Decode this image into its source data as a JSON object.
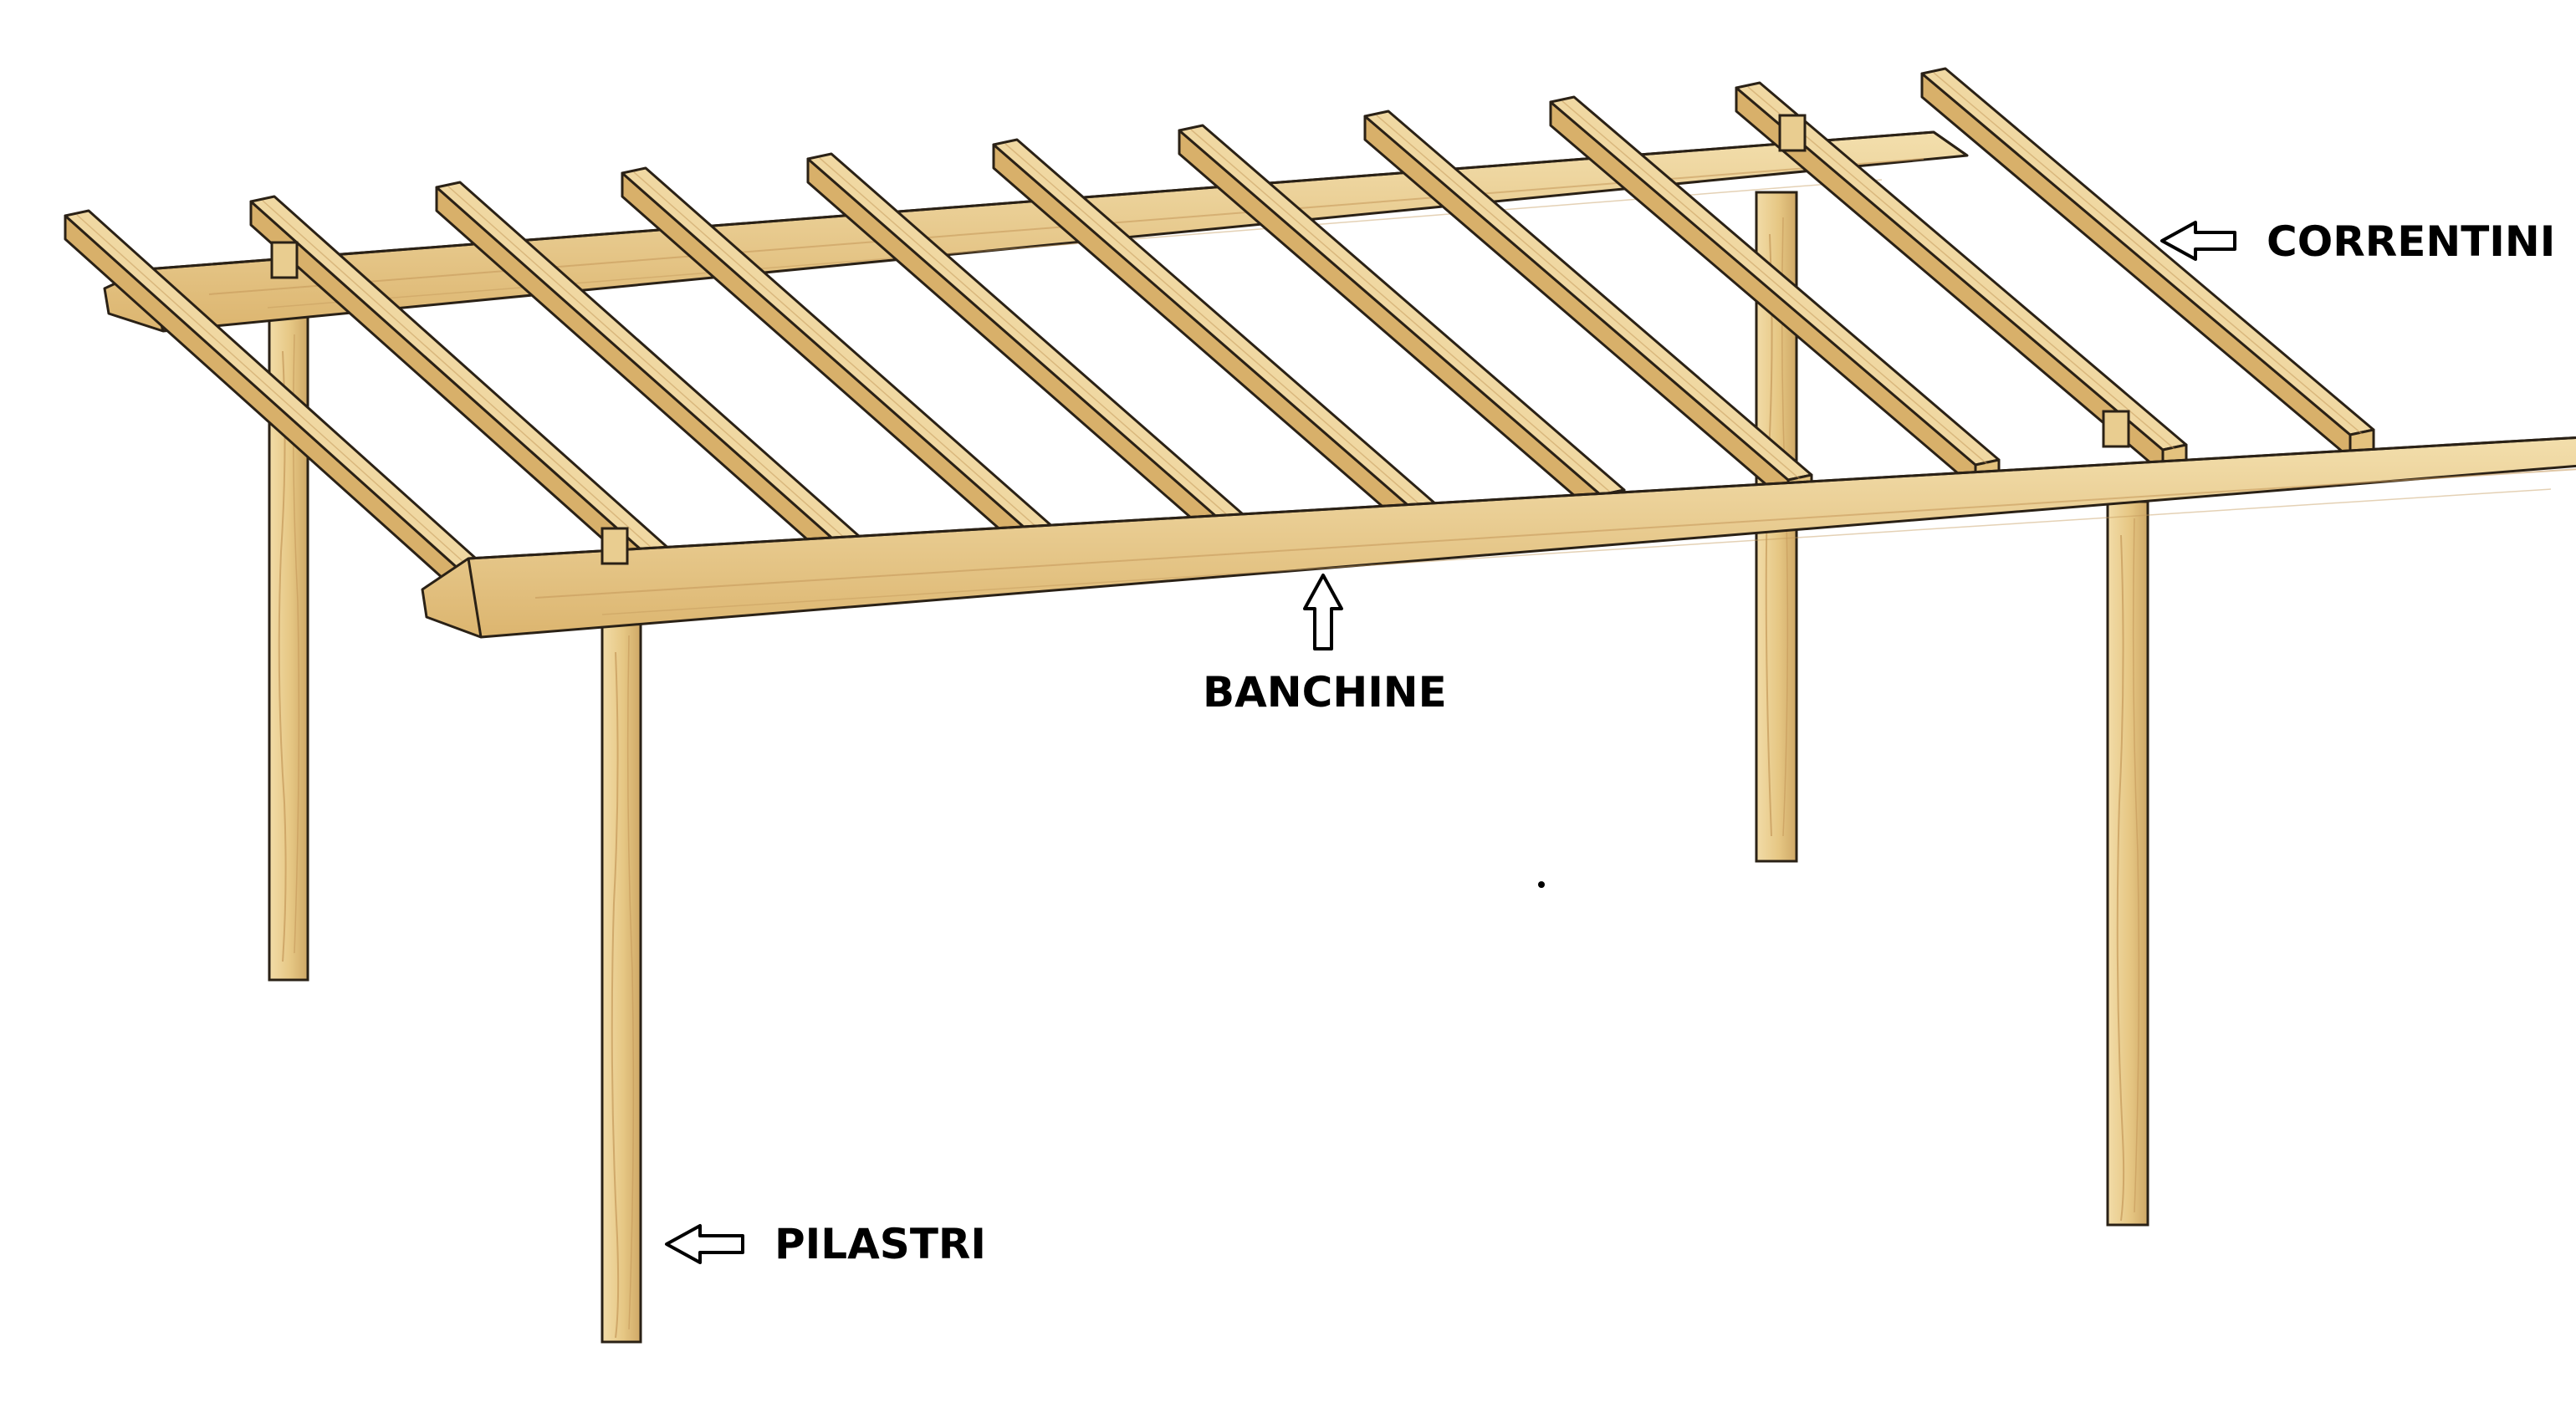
{
  "labels": {
    "correntini": "CORRENTINI",
    "banchine": "BANCHINE",
    "pilastri": "PILASTRI"
  },
  "colors": {
    "wood_light": "#edd49a",
    "wood_mid": "#e2c078",
    "wood_dark": "#c9a15d",
    "grain": "#c4985a",
    "outline": "#2a2116",
    "background": "#ffffff"
  },
  "icons": {
    "correntini_arrow": "arrow-left-icon",
    "banchine_arrow": "arrow-up-icon",
    "pilastri_arrow": "arrow-left-icon"
  }
}
